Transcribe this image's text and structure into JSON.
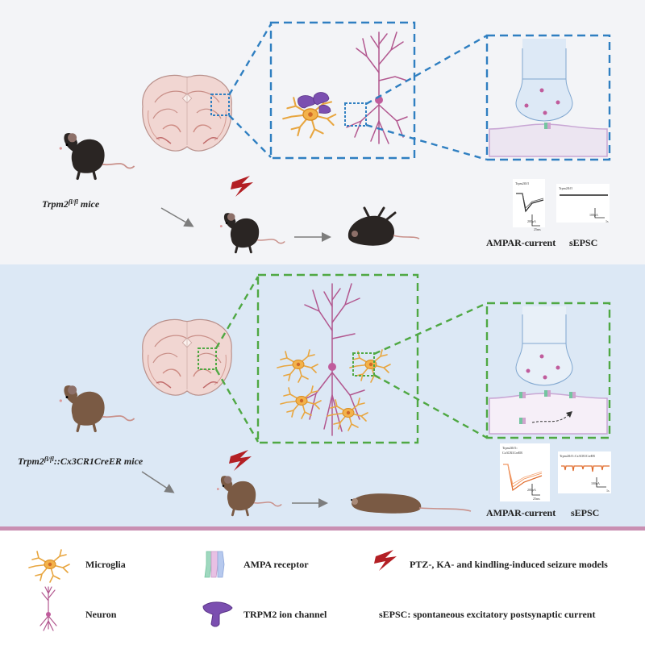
{
  "panels": {
    "top": {
      "mouse_label": "Trpm2",
      "mouse_label_sup": "fl/fl",
      "mouse_label_suffix": " mice",
      "ampar_caption": "AMPAR-current",
      "sepsc_caption": "sEPSC",
      "trace_ampar_title": "Trpm2fl/fl",
      "trace_sepsc_title": "Trpm2fl/fl",
      "scale_ampar_y": "200pA",
      "scale_ampar_x": "25ms",
      "scale_sepsc_y": "100pA",
      "scale_sepsc_x": "1s",
      "zoom_color": "#2f7fc1"
    },
    "bottom": {
      "mouse_label": "Trpm2",
      "mouse_label_sup": "fl/fl",
      "mouse_label_suffix": "::Cx3CR1CreER mice",
      "ampar_caption": "AMPAR-current",
      "sepsc_caption": "sEPSC",
      "trace_ampar_title_1": "Trpm2fl/fl::",
      "trace_ampar_title_2": "Cx3CR1CreER",
      "trace_sepsc_title": "Trpm2fl/fl::Cx3CR1CreER",
      "scale_ampar_y": "200pA",
      "scale_ampar_x": "25ms",
      "scale_sepsc_y": "100pA",
      "scale_sepsc_x": "1s",
      "zoom_color": "#4fa843"
    }
  },
  "legend": {
    "microglia": "Microglia",
    "neuron": "Neuron",
    "ampa_receptor": "AMPA receptor",
    "trpm2": "TRPM2 ion channel",
    "seizure": "PTZ-, KA- and kindling-induced seizure models",
    "sepsc_def": "sEPSC: spontaneous excitatory postsynaptic current"
  },
  "colors": {
    "top_bg": "#f3f4f7",
    "bottom_bg": "#dce8f5",
    "divider": "#c98fb2",
    "neuron": "#b2578f",
    "microglia": "#e8a640",
    "trpm2": "#7b4fb0",
    "lightning": "#b31f24",
    "mouse_black": "#2a2523",
    "mouse_brown": "#7a5a44",
    "trace_orange": "#e06a2a"
  },
  "icons": [
    "brain-slice-icon",
    "mouse-icon",
    "lightning-icon",
    "microglia-icon",
    "neuron-icon",
    "ampa-receptor-icon",
    "trpm2-channel-icon",
    "synapse-icon"
  ]
}
